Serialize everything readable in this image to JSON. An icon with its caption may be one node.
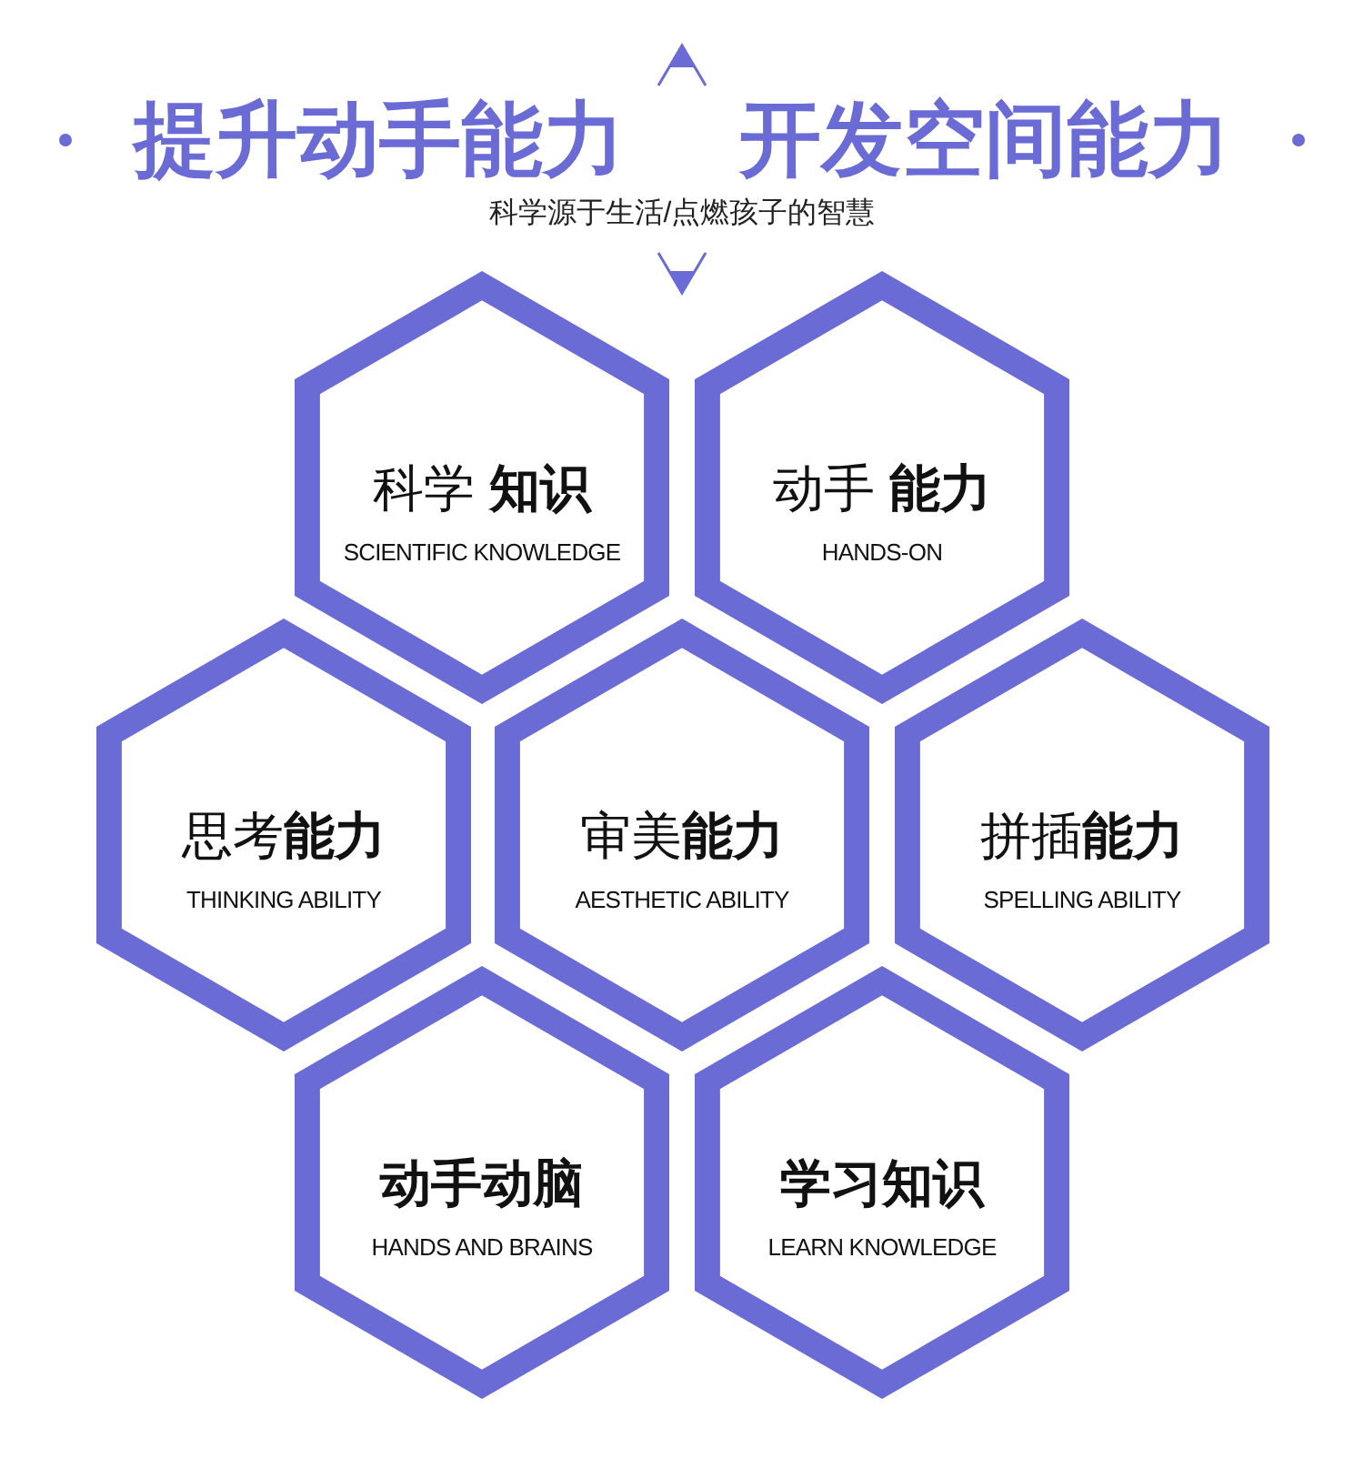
{
  "diagram": {
    "title": "提升动手能力 开发空间能力",
    "nodes": [
      {
        "text": [
          "科学 **知识**",
          "SCIENTIFIC KNOWLEDGE"
        ]
      },
      {
        "text": [
          "动手 **能力**",
          "HANDS-ON"
        ]
      },
      {
        "text": [
          "思考**能力**",
          "THINKING ABILITY"
        ]
      },
      {
        "text": [
          "审美**能力**",
          "AESTHETIC ABILITY"
        ]
      },
      {
        "text": [
          "拼插**能力**",
          "SPELLING ABILITY"
        ]
      },
      {
        "text": [
          "动手动脑",
          "HANDS AND BRAINS"
        ]
      },
      {
        "text": [
          "学习知识",
          "LEARN KNOWLEDGE"
        ]
      }
    ],
    "labels": [
      "科学源于生活/点燃孩子的智慧"
    ]
  }
}
